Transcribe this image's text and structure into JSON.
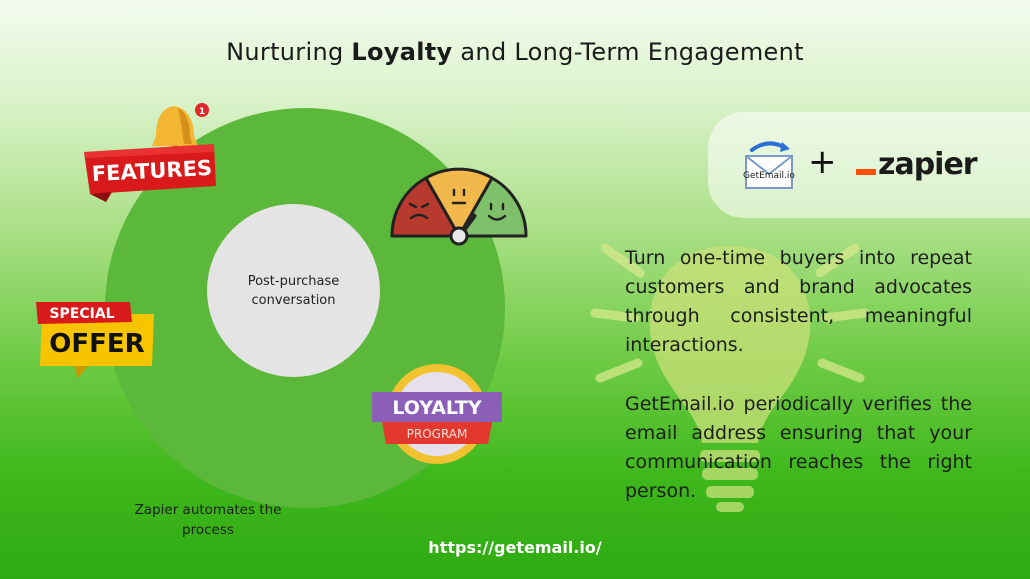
{
  "title": {
    "prefix": "Nurturing ",
    "bold": "Loyalty",
    "suffix": " and Long-Term Engagement"
  },
  "diagram": {
    "center_label": "Post-purchase conversation",
    "caption": "Zapier automates the process"
  },
  "badges": {
    "features": "FEATURES",
    "notification_count": "1",
    "special_top": "SPECIAL",
    "special_bottom": "OFFER",
    "loyalty_top": "LOYALTY",
    "loyalty_bottom": "PROGRAM"
  },
  "integration": {
    "getemail_logo": "GetEmail.io",
    "plus": "+",
    "zapier_logo": "zapier"
  },
  "body": {
    "paragraph_1": "Turn one-time buyers into repeat customers and brand advocates through consistent, meaningful interactions.",
    "paragraph_2": "GetEmail.io periodically verifies the email address ensuring that your communication reaches the right person."
  },
  "footer": {
    "url": "https://getemail.io/"
  },
  "colors": {
    "ring": "#5cb83a",
    "features_red": "#d91a1a",
    "offer_yellow": "#f7c400",
    "loyalty_purple": "#8b5fb8",
    "zapier_orange": "#ff4f00"
  }
}
